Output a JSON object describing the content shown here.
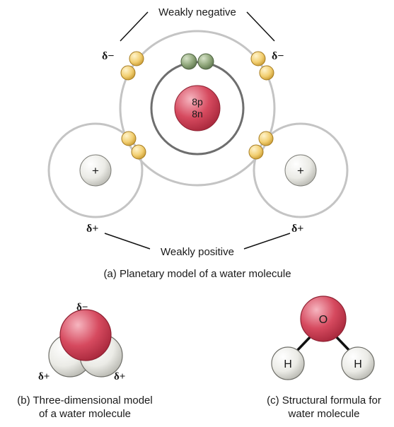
{
  "planetary": {
    "label_negative": "Weakly negative",
    "label_positive": "Weakly positive",
    "delta_minus": "δ−",
    "delta_plus": "δ+",
    "nucleus_protons": "8p",
    "nucleus_neutrons": "8n",
    "hydrogen_nucleus": "+",
    "caption": "(a) Planetary model of a water molecule"
  },
  "three_d": {
    "delta_minus": "δ−",
    "delta_plus": "δ+",
    "caption_line1": "(b) Three-dimensional model",
    "caption_line2": "of a water molecule"
  },
  "structural": {
    "oxygen": "O",
    "hydrogen_left": "H",
    "hydrogen_right": "H",
    "caption_line1": "(c) Structural formula for",
    "caption_line2": "water molecule"
  },
  "colors": {
    "oxygen": "#d64a5f",
    "electron": "#f2cf72",
    "inner_electron": "#8fa67a",
    "hydrogen": "#e8e8e2",
    "orbit": "#bdbdbd"
  }
}
